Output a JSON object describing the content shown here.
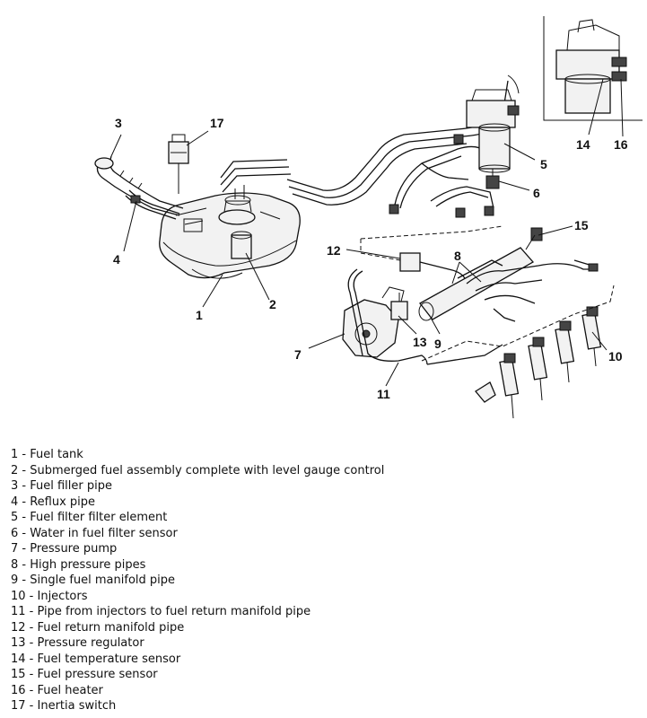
{
  "callouts": [
    {
      "id": "c1",
      "text": "1"
    },
    {
      "id": "c2",
      "text": "2"
    },
    {
      "id": "c3",
      "text": "3"
    },
    {
      "id": "c4",
      "text": "4"
    },
    {
      "id": "c5",
      "text": "5"
    },
    {
      "id": "c6",
      "text": "6"
    },
    {
      "id": "c7",
      "text": "7"
    },
    {
      "id": "c8",
      "text": "8"
    },
    {
      "id": "c9",
      "text": "9"
    },
    {
      "id": "c10",
      "text": "10"
    },
    {
      "id": "c11",
      "text": "11"
    },
    {
      "id": "c12",
      "text": "12"
    },
    {
      "id": "c13",
      "text": "13"
    },
    {
      "id": "c14",
      "text": "14"
    },
    {
      "id": "c15",
      "text": "15"
    },
    {
      "id": "c16",
      "text": "16"
    },
    {
      "id": "c17",
      "text": "17"
    }
  ],
  "legend": [
    "1 - Fuel tank",
    "2 - Submerged fuel assembly complete with level gauge control",
    "3 - Fuel filler pipe",
    "4 - Reflux pipe",
    "5 - Fuel filter filter element",
    "6 - Water in fuel filter sensor",
    "7 - Pressure pump",
    "8 - High pressure pipes",
    "9 - Single fuel manifold pipe",
    "10 - Injectors",
    "11 - Pipe from injectors to fuel return manifold pipe",
    "12 - Fuel return manifold pipe",
    "13 - Pressure regulator",
    "14 - Fuel temperature sensor",
    "15 - Fuel pressure sensor",
    "16 - Fuel heater",
    "17 - Inertia switch"
  ]
}
